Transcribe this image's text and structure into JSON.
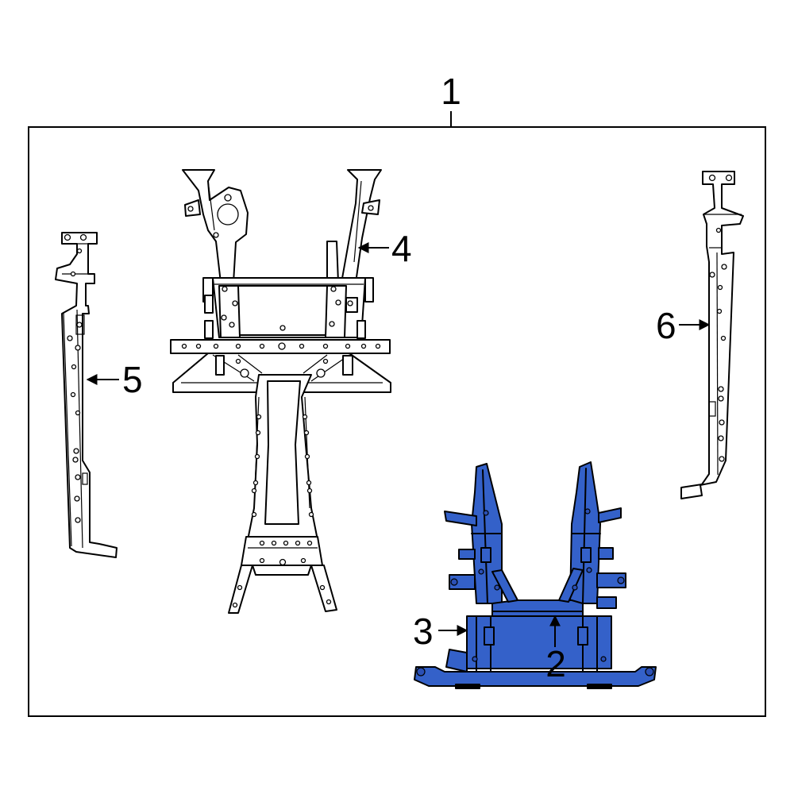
{
  "colors": {
    "highlight": "#3461c9",
    "line": "#000000",
    "background": "#ffffff"
  },
  "callouts": {
    "c1": "1",
    "c2": "2",
    "c3": "3",
    "c4": "4",
    "c5": "5",
    "c6": "6"
  }
}
